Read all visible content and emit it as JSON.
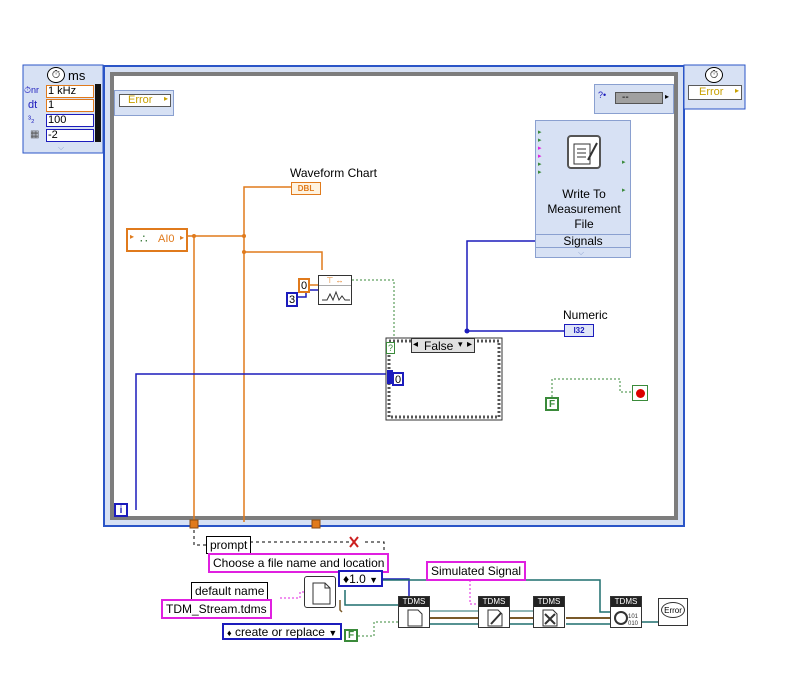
{
  "timing_node": {
    "unit": "ms",
    "rows": [
      {
        "label": "1 kHz",
        "color": "#e07a1c"
      },
      {
        "label": "1",
        "color": "#e07a1c"
      },
      {
        "label": "100",
        "color": "#1c1cbc"
      },
      {
        "label": "-2",
        "color": "#1c1cbc"
      }
    ],
    "row_prefixes": [
      "⏱nr",
      "dt",
      "³₂",
      "▦"
    ]
  },
  "error_in_label": "Error",
  "error_out_label": "Error",
  "dropdown_value": "--",
  "waveform_chart": {
    "label": "Waveform Chart",
    "type_tag": "DBL"
  },
  "ai_channel": "AI0",
  "write_file": {
    "title": "Write To Measurement File",
    "terminal": "Signals"
  },
  "numeric": {
    "label": "Numeric",
    "type_tag": "I32"
  },
  "constants": {
    "zero": "0",
    "three": "3",
    "case_zero": "0"
  },
  "case_selector": "False",
  "question_mark": "?",
  "bool_const": "F",
  "bool_const_bottom": "F",
  "iteration": "i",
  "prompt_label": "prompt",
  "file_prompt_text": "Choose a file name and location",
  "default_name_label": "default name",
  "default_filename": "TDM_Stream.tdms",
  "simulated_signal": "Simulated Signal",
  "version_value": "1.0",
  "operation": "create or replace",
  "tdms_tag": "TDMS",
  "error_dialog_tag": "Error",
  "colors": {
    "orange_wire": "#e07a1c",
    "blue_wire": "#1c1cbc",
    "green_wire": "#3a8a3a",
    "teal_wire": "#1f6f6f",
    "loop_border": "#2b55c7",
    "pink_label": "#e020e0"
  }
}
